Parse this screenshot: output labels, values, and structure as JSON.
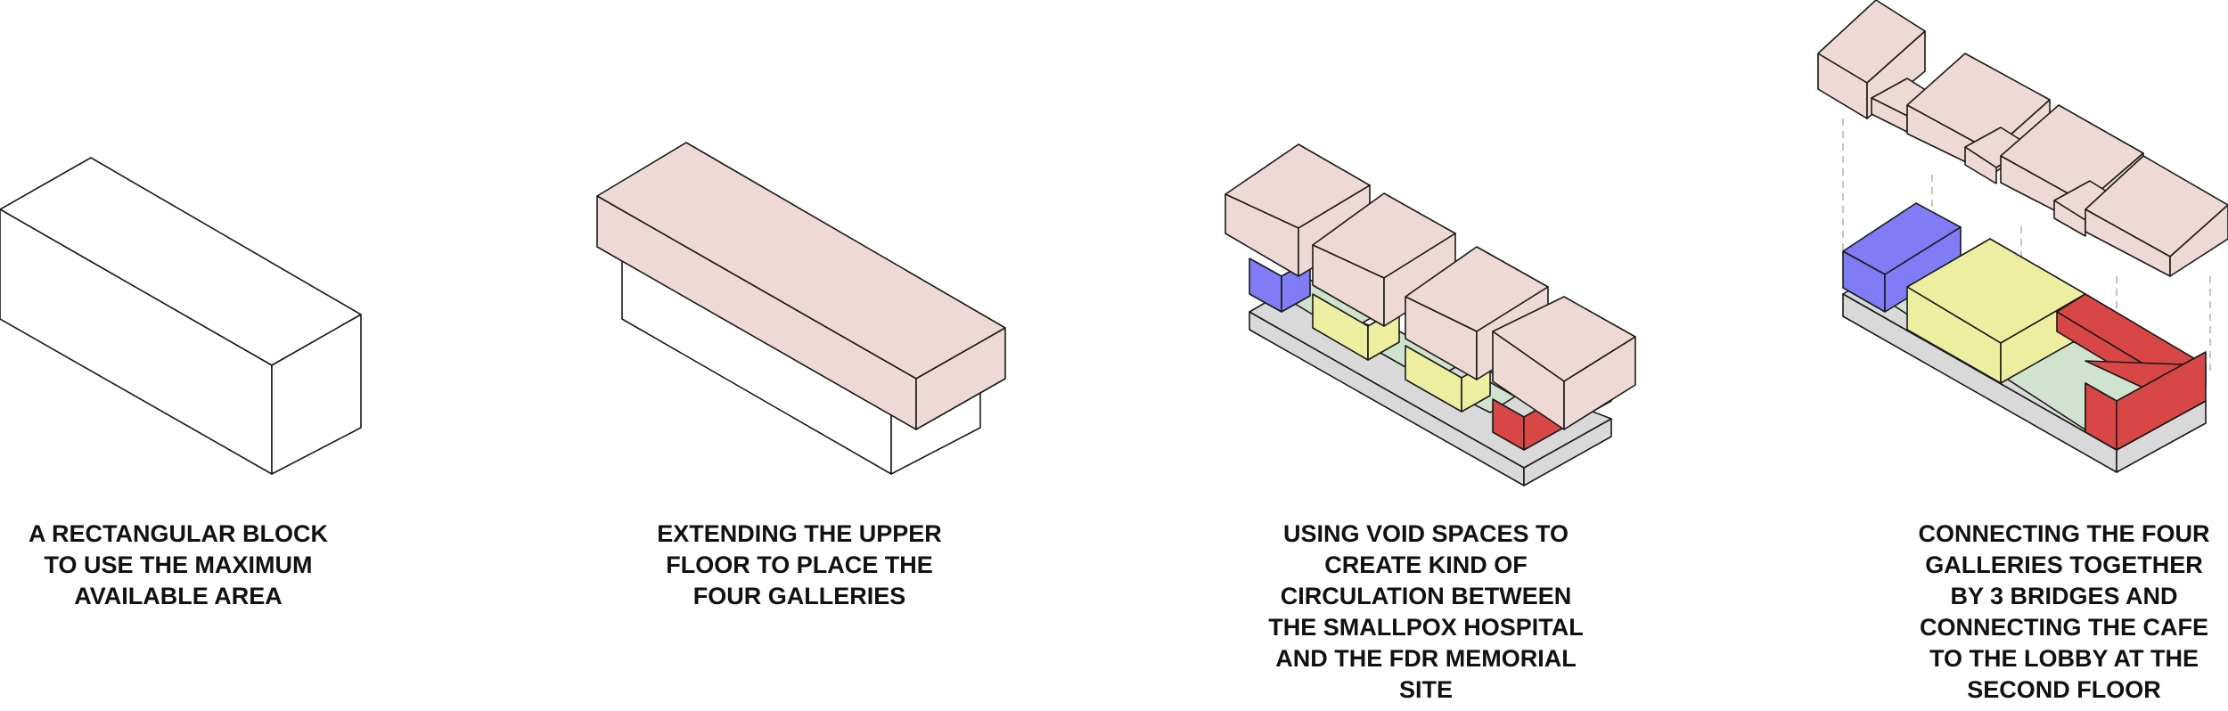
{
  "colors": {
    "outline": "#1a1a1a",
    "gallery_pink": "#efd9d5",
    "circulation_blue": "#7f7cf5",
    "gallery_yellow": "#eeeea0",
    "void_green": "#cfe3cf",
    "cafe_red": "#d84646",
    "base_gray": "#d9d9d9",
    "guide_line": "#aaaaaa"
  },
  "steps": [
    {
      "caption_lines": [
        "A RECTANGULAR BLOCK",
        "TO USE THE MAXIMUM",
        "AVAILABLE AREA"
      ]
    },
    {
      "caption_lines": [
        "EXTENDING THE UPPER",
        "FLOOR TO PLACE THE",
        "FOUR GALLERIES"
      ]
    },
    {
      "caption_lines": [
        "USING VOID SPACES TO",
        "CREATE KIND OF",
        "CIRCULATION BETWEEN",
        "THE SMALLPOX HOSPITAL",
        "AND THE FDR MEMORIAL",
        "SITE"
      ]
    },
    {
      "caption_lines": [
        "CONNECTING THE FOUR",
        "GALLERIES TOGETHER",
        "BY 3 BRIDGES AND",
        "CONNECTING THE CAFE",
        "TO THE LOBBY AT THE",
        "SECOND FLOOR"
      ]
    }
  ]
}
